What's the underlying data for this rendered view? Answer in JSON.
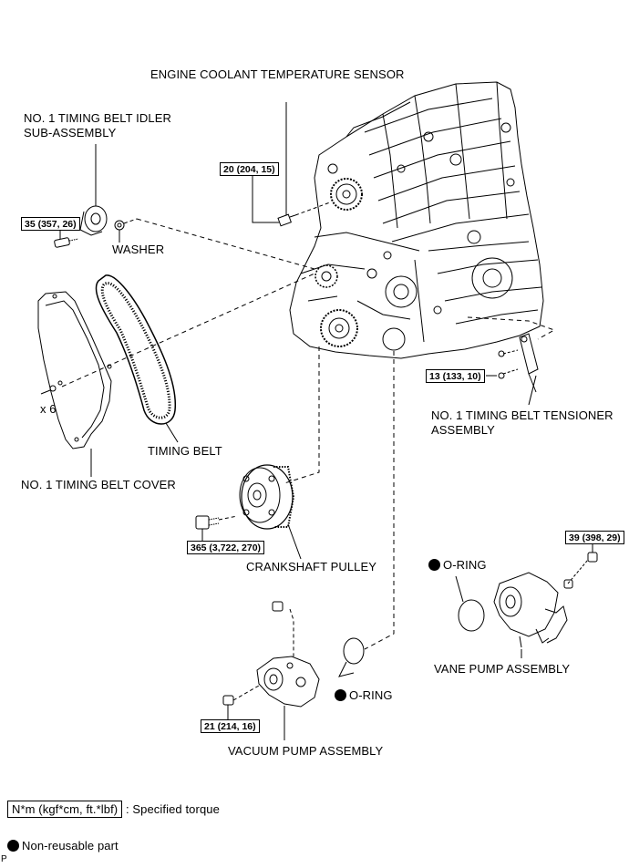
{
  "labels": {
    "coolant_sensor": "ENGINE COOLANT TEMPERATURE SENSOR",
    "idler_line1": "NO. 1 TIMING BELT IDLER",
    "idler_line2": "SUB-ASSEMBLY",
    "washer": "WASHER",
    "x6": "x 6",
    "timing_belt": "TIMING BELT",
    "belt_cover": "NO. 1 TIMING BELT COVER",
    "tensioner_line1": "NO. 1 TIMING BELT TENSIONER",
    "tensioner_line2": "ASSEMBLY",
    "crankshaft_pulley": "CRANKSHAFT PULLEY",
    "oring_vane": "O-RING",
    "oring_vacuum": "O-RING",
    "vane_pump": "VANE PUMP ASSEMBLY",
    "vacuum_pump": "VACUUM PUMP ASSEMBLY"
  },
  "torques": {
    "coolant_sensor": "20 (204, 15)",
    "idler": "35 (357, 26)",
    "tensioner": "13 (133, 10)",
    "crankshaft": "365 (3,722, 270)",
    "vane_pump": "39 (398, 29)",
    "vacuum_pump": "21 (214, 16)"
  },
  "legend": {
    "torque_units": "N*m (kgf*cm, ft.*lbf)",
    "torque_desc": ": Specified torque",
    "nonreusable_desc": "Non-reusable part"
  },
  "footer_code": "P"
}
